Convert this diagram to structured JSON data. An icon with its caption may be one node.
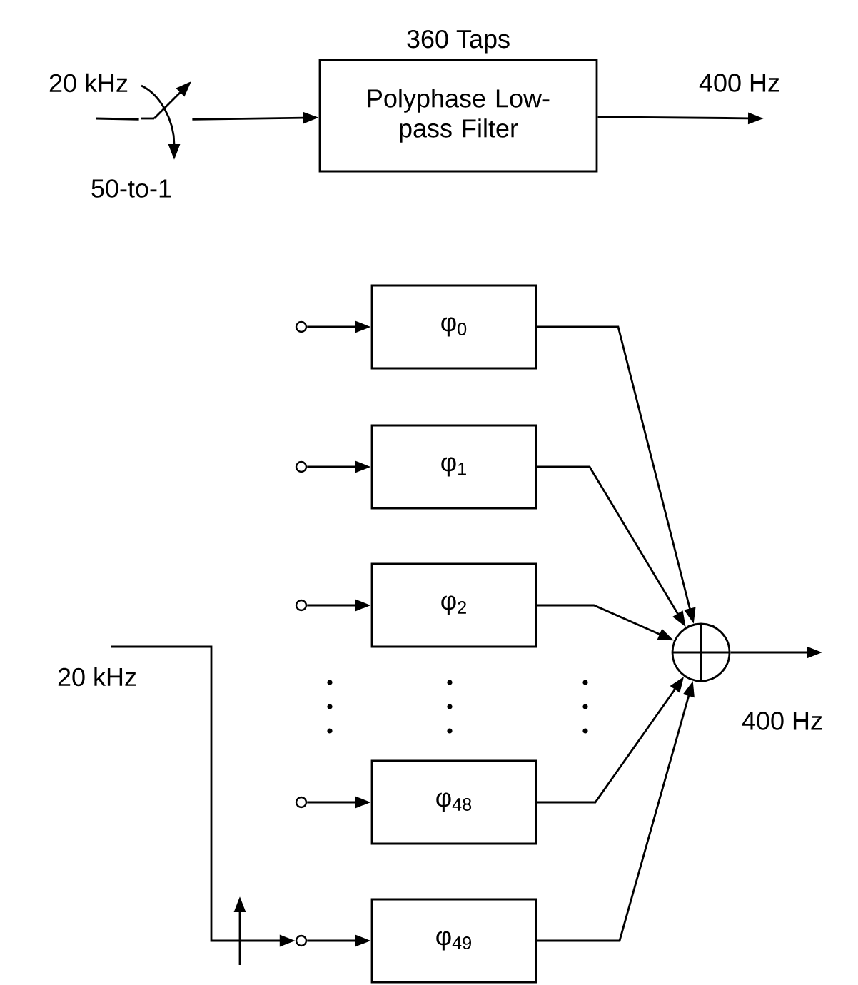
{
  "diagram": {
    "nodes": [
      {
        "text": [
          "Polyphase Low-pass Filter"
        ],
        "beside": [
          "360 Taps"
        ]
      },
      {
        "text": [
          "φ$_{0}$"
        ]
      },
      {
        "text": [
          "φ$_{1}$"
        ]
      },
      {
        "text": [
          "φ$_{2}$"
        ]
      },
      {
        "text": [
          "φ$_{48}$"
        ]
      },
      {
        "text": [
          "φ$_{49}$"
        ]
      },
      {
        "text": [],
        "shape": "circle"
      },
      {
        "text": [],
        "shape": "circle"
      },
      {
        "text": [],
        "shape": "circle"
      },
      {
        "text": [],
        "shape": "circle"
      },
      {
        "text": [],
        "shape": "circle"
      },
      {
        "text": [],
        "shape": "circle"
      },
      {
        "text": [],
        "shape": "picture"
      }
    ],
    "edges": [
      {
        "from": 12,
        "to": 0,
        "arrow": "to"
      },
      {
        "from": 0,
        "to": null,
        "arrow": "to"
      },
      {
        "from": 6,
        "to": 1,
        "arrow": "to"
      },
      {
        "from": 7,
        "to": 2,
        "arrow": "to"
      },
      {
        "from": 8,
        "to": 3,
        "arrow": "to"
      },
      {
        "from": 9,
        "to": 4,
        "arrow": "to"
      },
      {
        "from": 10,
        "to": 5,
        "arrow": "to"
      },
      {
        "from": 1,
        "to": 11,
        "arrow": "to"
      },
      {
        "from": 2,
        "to": 11,
        "arrow": "to"
      },
      {
        "from": 3,
        "to": 11,
        "arrow": "to"
      },
      {
        "from": 4,
        "to": 11,
        "arrow": "to"
      },
      {
        "from": 5,
        "to": 11,
        "arrow": "to"
      },
      {
        "from": 11,
        "to": null,
        "arrow": "to"
      },
      {
        "from": null,
        "to": 10,
        "arrow": "to"
      },
      {
        "from": null,
        "to": 12,
        "arrow": "none"
      }
    ],
    "labels": [
      "20 kHz",
      "50-to-1",
      "400 Hz",
      "20 kHz",
      "400 Hz"
    ]
  }
}
